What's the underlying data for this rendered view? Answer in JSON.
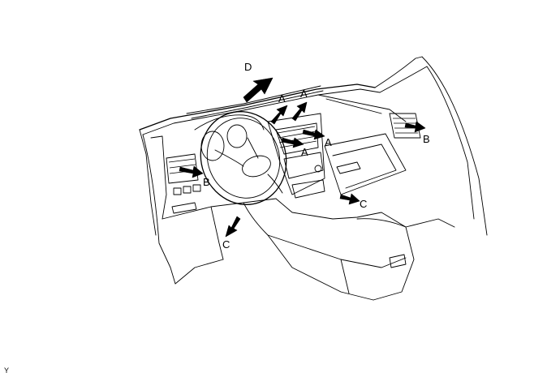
{
  "figure": {
    "labels": {
      "d": "D",
      "a1": "A",
      "a2": "A",
      "a3": "A",
      "a4": "A",
      "b_left": "B",
      "b_right": "B",
      "c_left": "C",
      "c_right": "C"
    },
    "figure_code": "Y"
  }
}
